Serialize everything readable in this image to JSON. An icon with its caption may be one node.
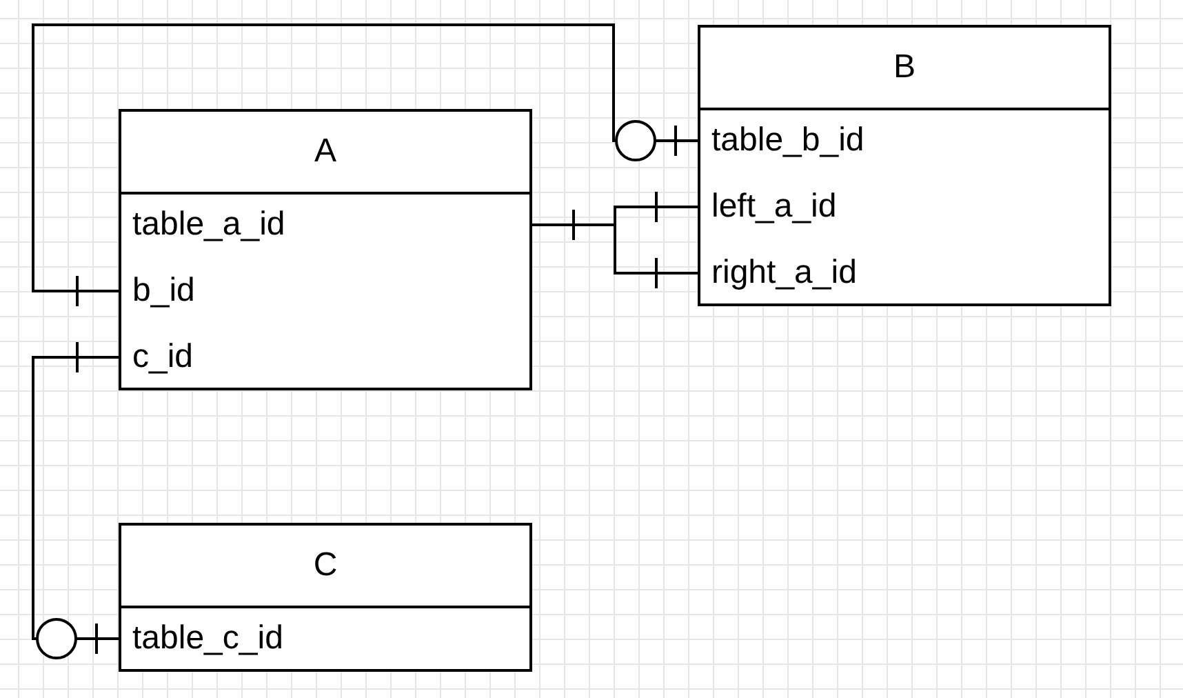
{
  "diagram": {
    "nodes": [
      {
        "text": [
          "A"
        ]
      },
      {
        "text": [
          "table_a_id"
        ],
        "in": 0
      },
      {
        "text": [
          "b_id"
        ],
        "in": 0
      },
      {
        "text": [
          "c_id"
        ],
        "in": 0
      },
      {
        "text": [
          "B"
        ]
      },
      {
        "text": [
          "table_b_id"
        ],
        "in": 4
      },
      {
        "text": [
          "left_a_id"
        ],
        "in": 4
      },
      {
        "text": [
          "right_a_id"
        ],
        "in": 4
      },
      {
        "text": [
          "C"
        ]
      },
      {
        "text": [
          "table_c_id"
        ],
        "in": 8
      }
    ],
    "edges": [
      {
        "from": 2,
        "to": 5,
        "arrow": "other"
      },
      {
        "from": 3,
        "to": 9,
        "arrow": "other"
      },
      {
        "from": 1,
        "to": 6,
        "arrow": "other"
      },
      {
        "from": 1,
        "to": 7,
        "arrow": "other"
      }
    ]
  }
}
